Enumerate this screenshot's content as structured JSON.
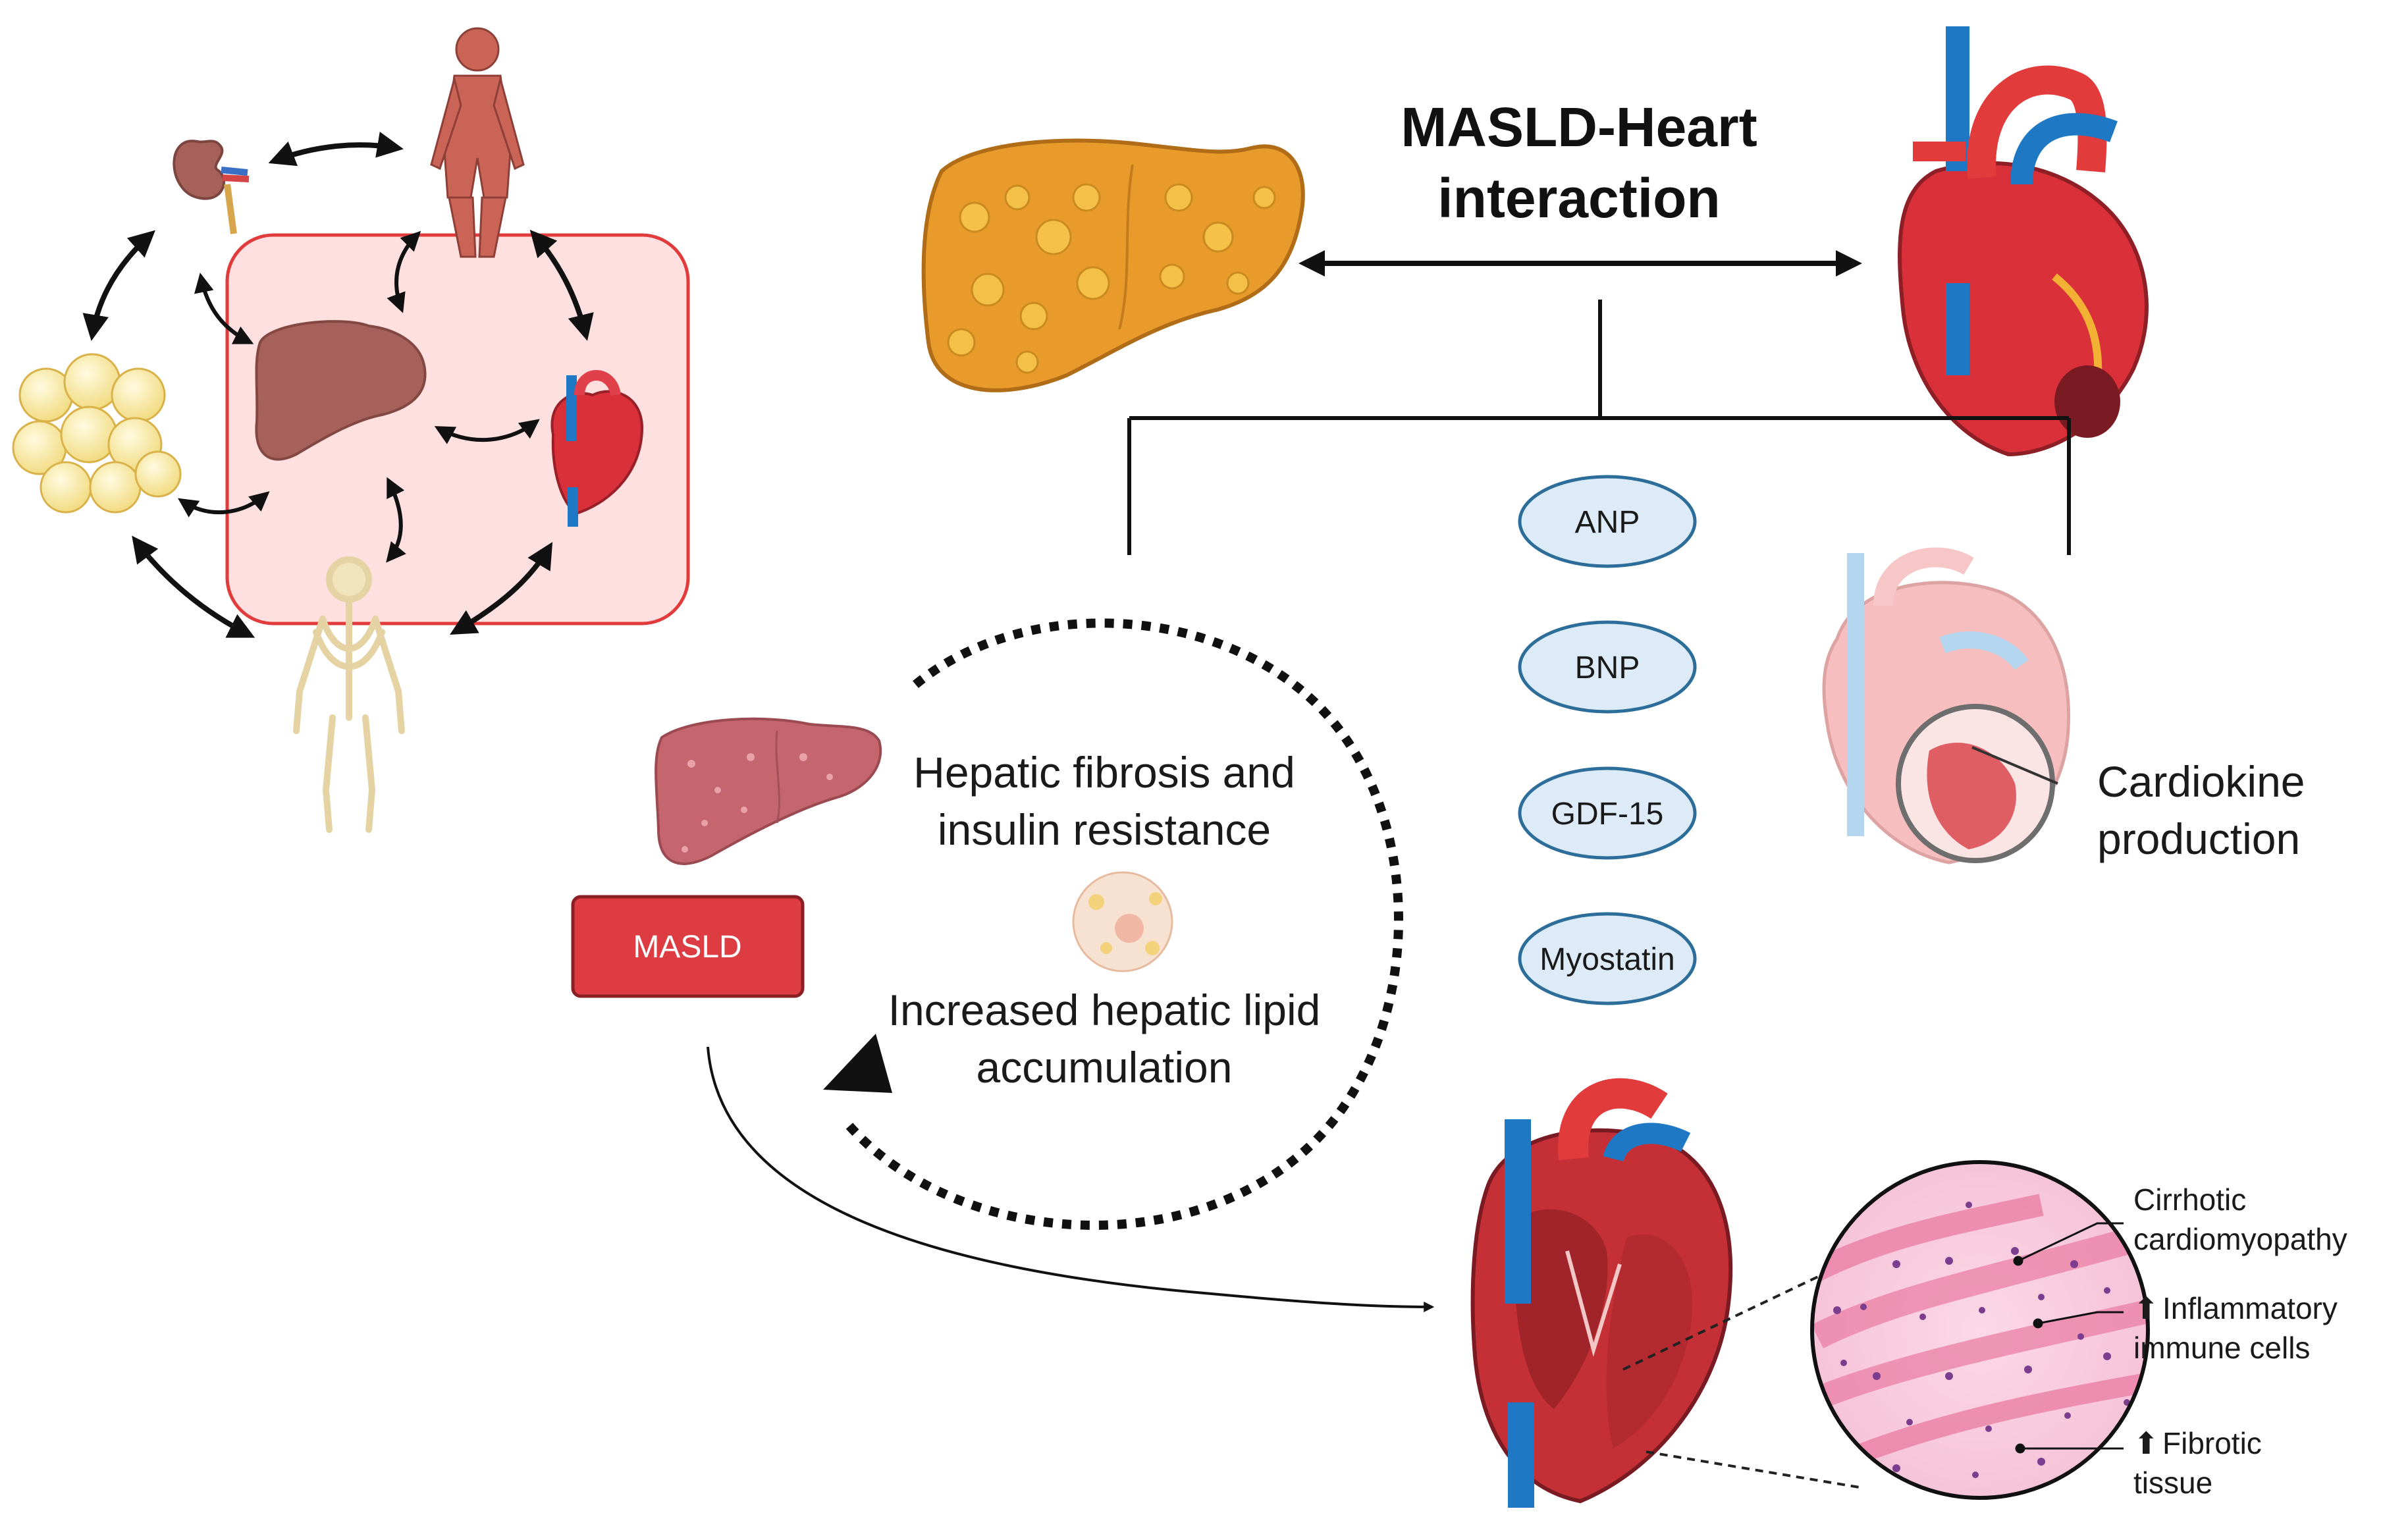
{
  "title": {
    "line1": "MASLD-Heart",
    "line2": "interaction"
  },
  "cardiokines": [
    "ANP",
    "BNP",
    "GDF-15",
    "Myostatin"
  ],
  "cardiokine_label": {
    "line1": "Cardiokine",
    "line2": "production"
  },
  "masld_box": "MASLD",
  "cycle": {
    "fibrosis_line1": "Hepatic fibrosis and",
    "fibrosis_line2": "insulin resistance",
    "lipid_line1": "Increased hepatic lipid",
    "lipid_line2": "accumulation"
  },
  "histology": {
    "label1_line1": "Cirrhotic",
    "label1_line2": "cardiomyopathy",
    "label2_line1": "Inflammatory",
    "label2_line2": "immune cells",
    "label3_line1": "Fibrotic",
    "label3_line2": "tissue",
    "up_arrow_glyph": "⬆"
  },
  "colors": {
    "heart_red": "#d9303a",
    "vessel_blue": "#1f78c4",
    "liver_orange": "#e89a2a",
    "masld_box": "#dc3c42",
    "pink_panel": "#fde0df",
    "pill_fill": "#dcebf7",
    "pill_stroke": "#2d6d9a"
  }
}
